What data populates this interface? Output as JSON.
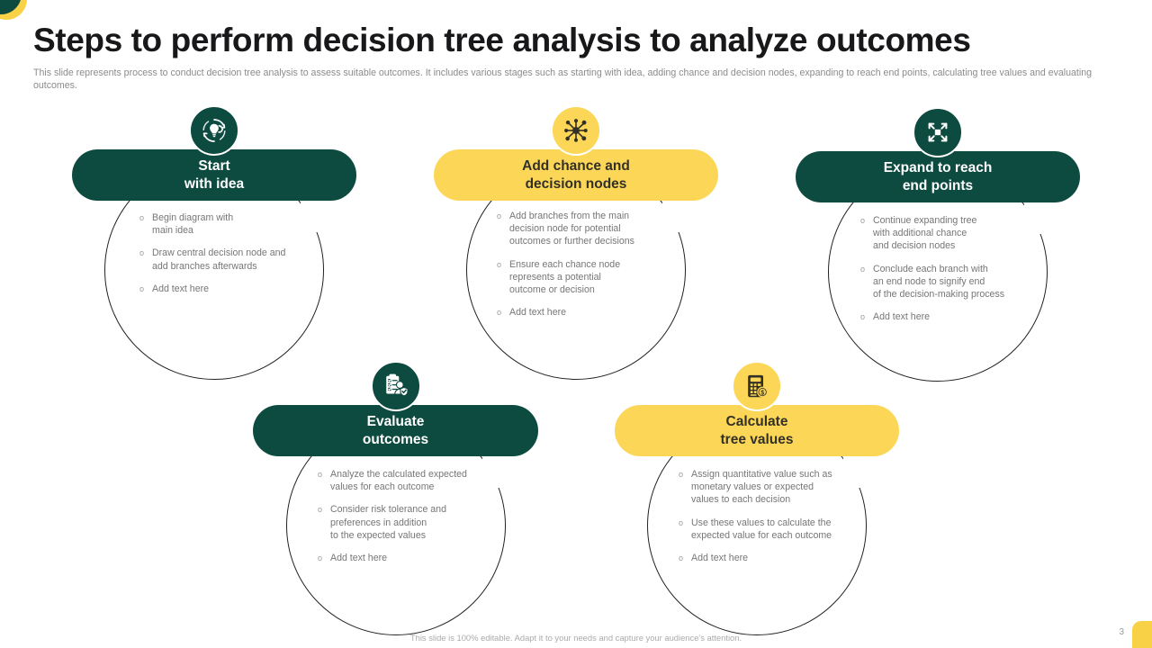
{
  "slide": {
    "title": "Steps to perform decision tree analysis to analyze outcomes",
    "subtitle": "This slide represents process to conduct decision tree analysis to assess suitable outcomes. It includes various stages such as starting with idea, adding chance and decision nodes, expanding to reach end points, calculating tree values and evaluating outcomes.",
    "footer_note": "This slide is 100% editable. Adapt it to your needs and capture your audience's attention.",
    "page_number": "3"
  },
  "colors": {
    "green": "#0D4A40",
    "yellow": "#FCD757",
    "deco_yellow": "#F9D147",
    "title_text": "#18181a",
    "body_text": "#767676",
    "muted_text": "#8b8b8b"
  },
  "bullet_marker": "o",
  "steps": [
    {
      "id": "start-with-idea",
      "title": "Start\nwith idea",
      "theme": "green",
      "icon": "lightbulb-gear-refresh-icon",
      "bullets": [
        "Begin diagram with\nmain idea",
        "Draw central decision node and\nadd branches afterwards",
        "Add text here"
      ]
    },
    {
      "id": "add-chance-and-decision-nodes",
      "title": "Add chance and\ndecision nodes",
      "theme": "yellow",
      "icon": "network-nodes-icon",
      "bullets": [
        "Add  branches from the main\ndecision node for potential\noutcomes or further decisions",
        "Ensure each chance node\nrepresents a potential\noutcome or decision",
        "Add text here"
      ]
    },
    {
      "id": "expand-to-reach-end-points",
      "title": "Expand to reach\nend points",
      "theme": "green",
      "icon": "expand-arrows-icon",
      "bullets": [
        "Continue expanding tree\nwith additional chance\nand decision nodes",
        "Conclude each branch with\nan end node to signify end\nof the decision-making process",
        "Add text here"
      ]
    },
    {
      "id": "evaluate-outcomes",
      "title": "Evaluate\noutcomes",
      "theme": "green",
      "icon": "clipboard-checklist-person-icon",
      "bullets": [
        "Analyze  the calculated expected\nvalues for each outcome",
        "Consider risk tolerance and\npreferences in addition\nto the expected values",
        "Add text here"
      ]
    },
    {
      "id": "calculate-tree-values",
      "title": "Calculate\ntree values",
      "theme": "yellow",
      "icon": "calculator-dollar-icon",
      "bullets": [
        "Assign quantitative value such as\nmonetary values or expected\nvalues to each decision",
        "Use these values to calculate the\nexpected value for each outcome",
        "Add text here"
      ]
    }
  ]
}
